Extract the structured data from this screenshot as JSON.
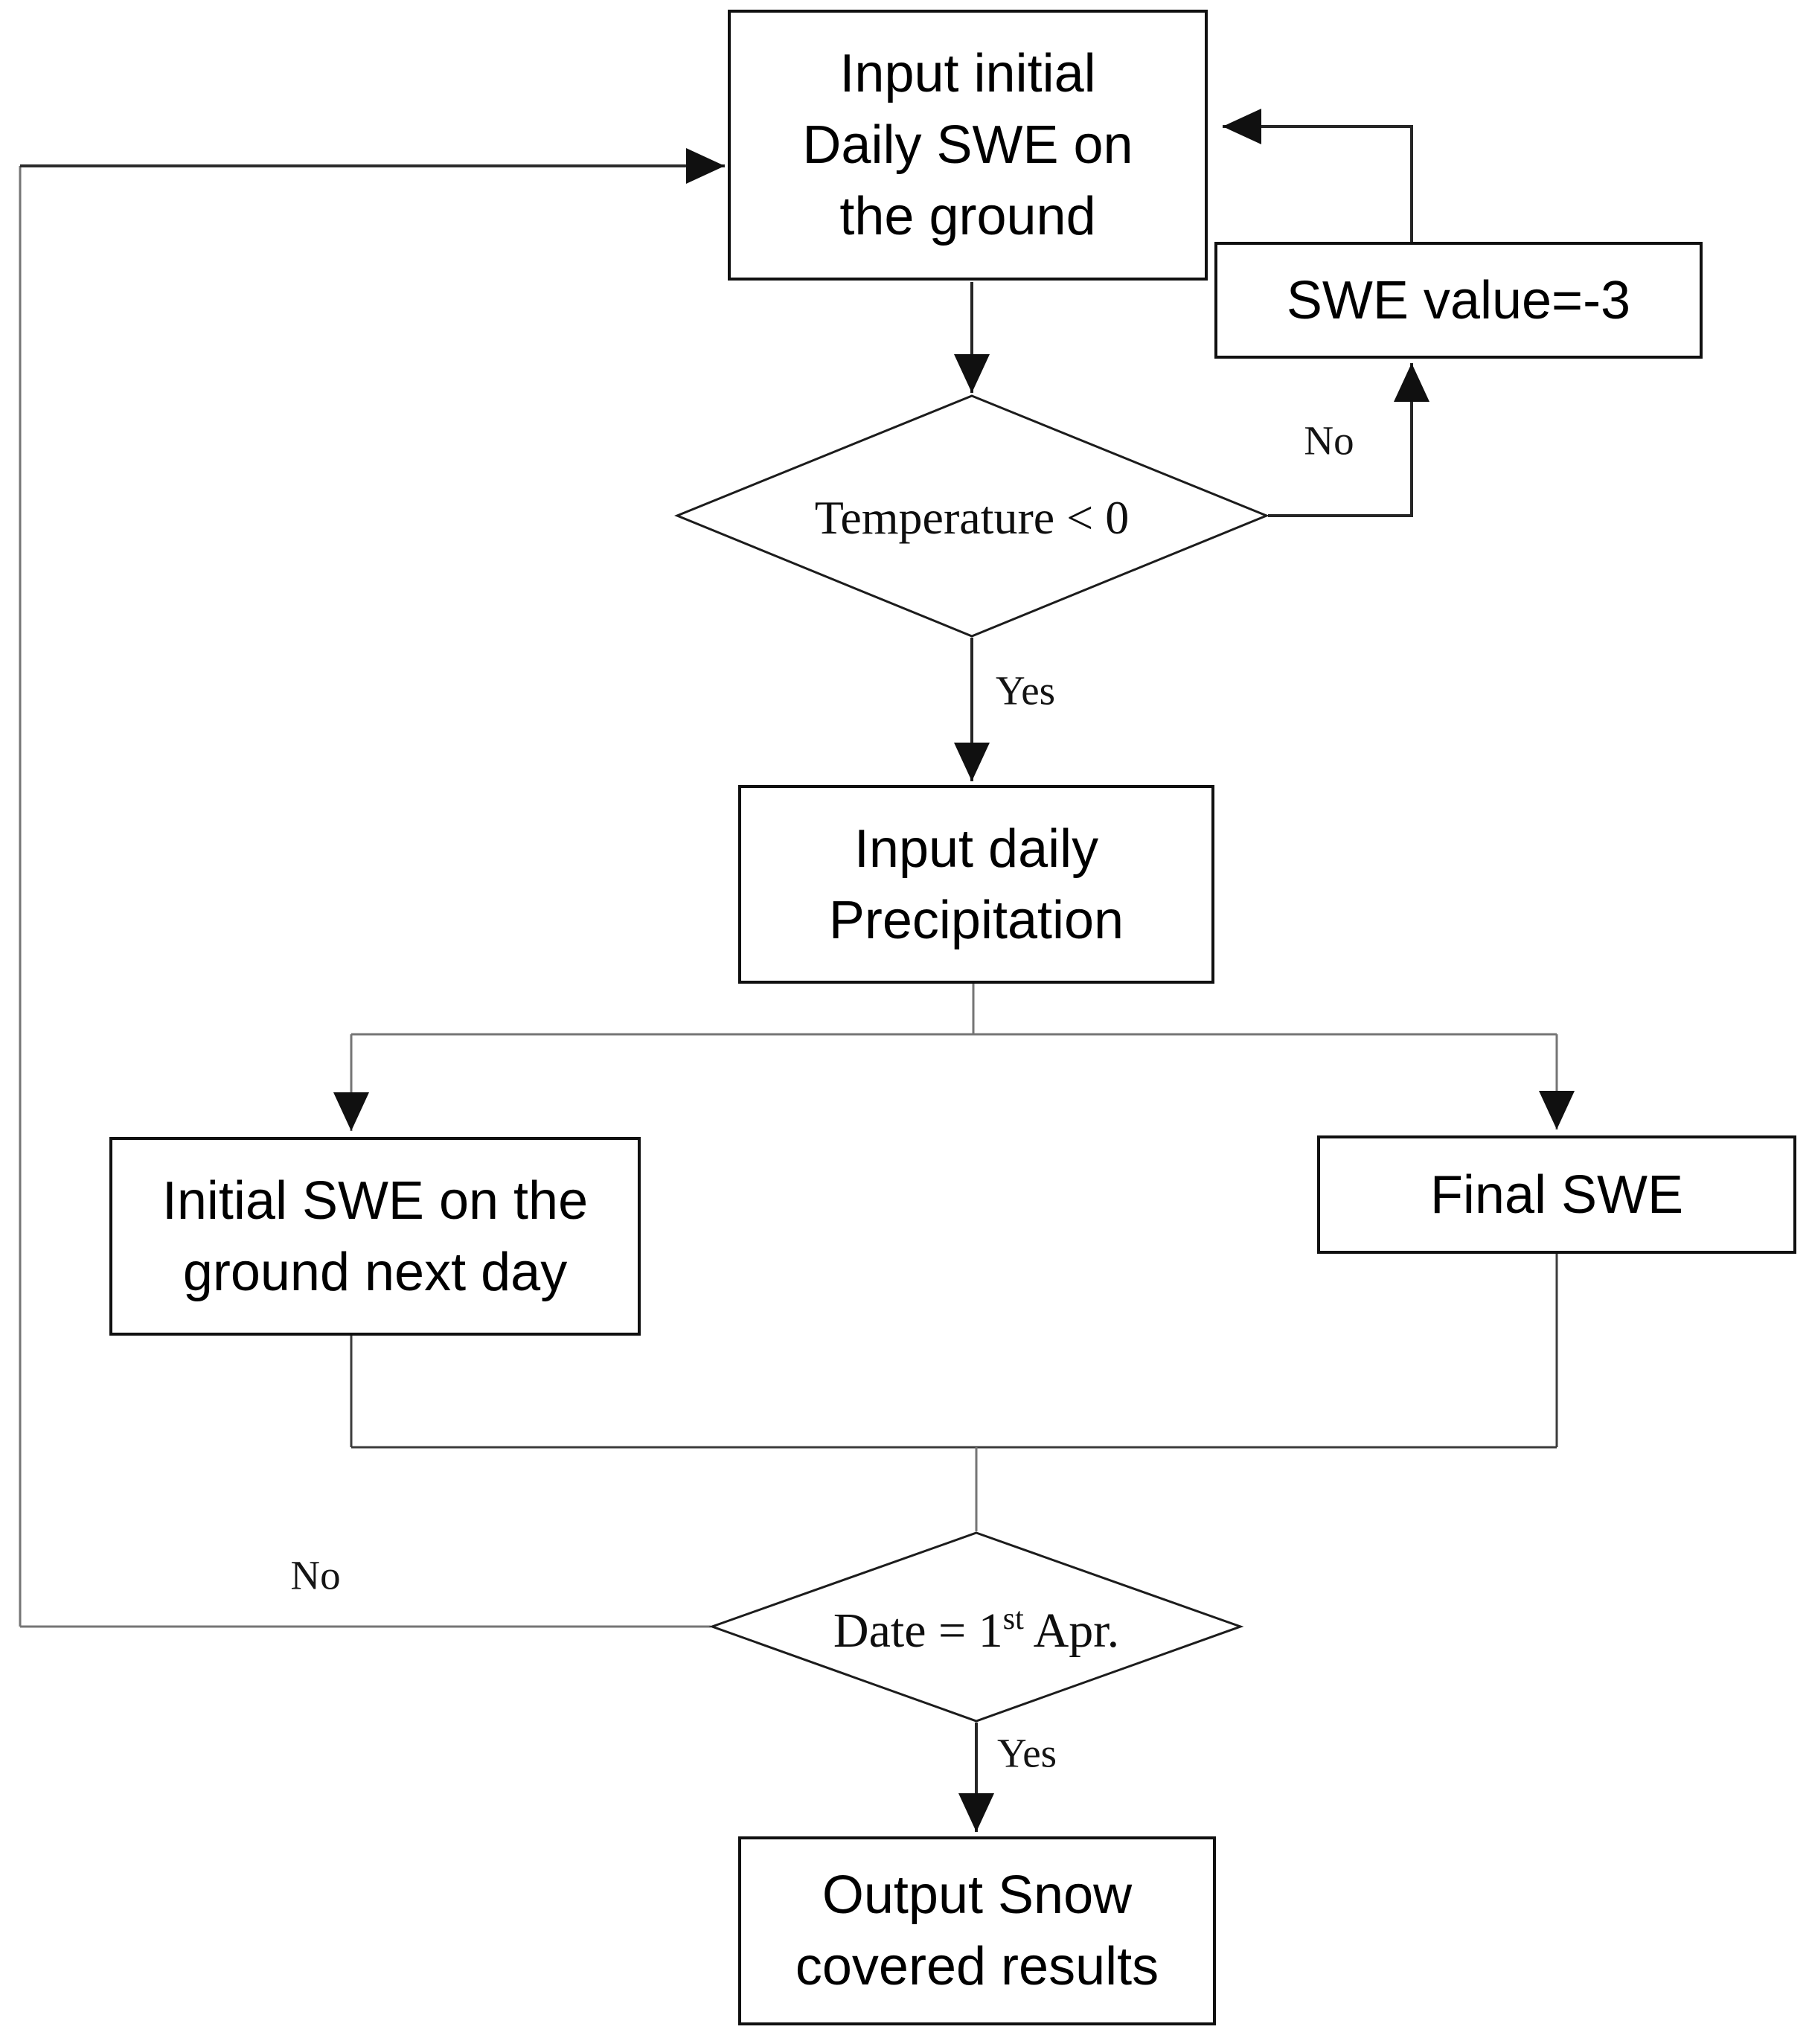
{
  "diagram": {
    "colors": {
      "background": "#ffffff",
      "node_border": "#101010",
      "main_line": "#262626",
      "merge_line": "#3c3c3c",
      "feedback_line": "#757575",
      "arrowhead": "#101010"
    },
    "nodes": {
      "input_initial": {
        "lines": [
          "Input initial",
          "Daily SWE on",
          "the ground"
        ]
      },
      "swe_value": {
        "label": "SWE value=-3"
      },
      "input_precip": {
        "lines": [
          "Input daily",
          "Precipitation"
        ]
      },
      "initial_next_day": {
        "lines": [
          "Initial SWE on the",
          "ground next day"
        ]
      },
      "final_swe": {
        "label": "Final SWE"
      },
      "output": {
        "lines": [
          "Output Snow",
          "covered results"
        ]
      }
    },
    "decisions": {
      "temperature": {
        "label": "Temperature < 0"
      },
      "date": {
        "prefix": "Date = 1",
        "sup": "st",
        "suffix": " Apr."
      }
    },
    "edge_labels": {
      "temp_no": "No",
      "temp_yes": "Yes",
      "date_no": "No",
      "date_yes": "Yes"
    }
  }
}
